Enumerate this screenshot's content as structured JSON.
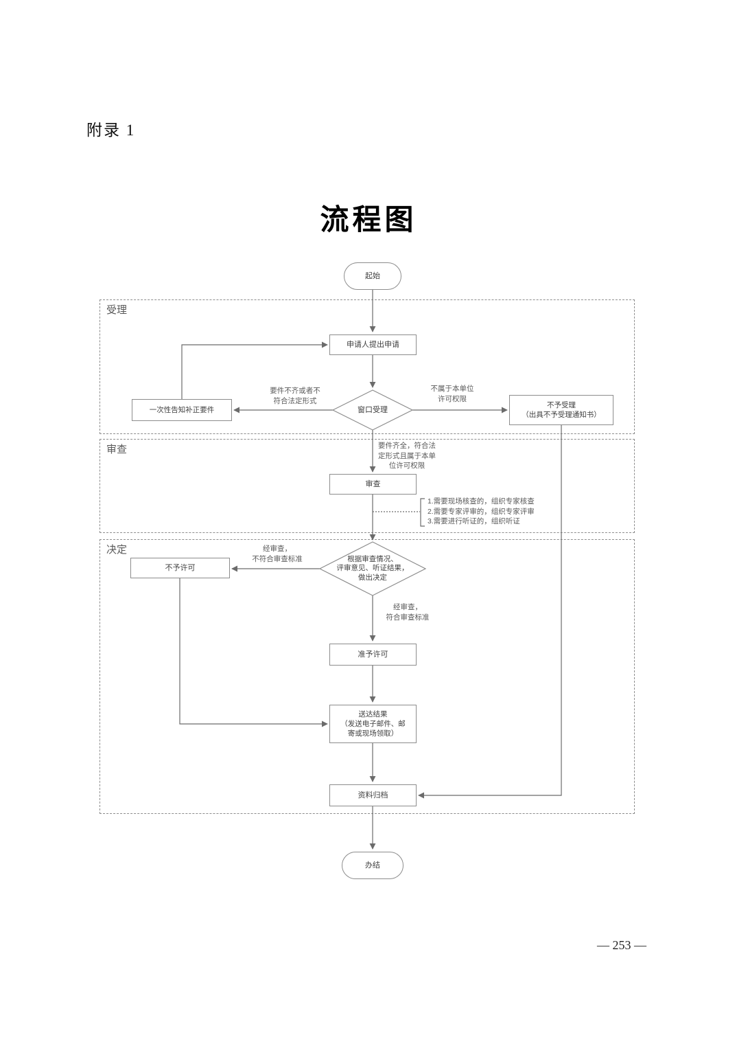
{
  "page": {
    "appendix": "附录 1",
    "title": "流程图",
    "page_number": "— 253 —"
  },
  "lanes": {
    "accept": {
      "label": "受理"
    },
    "review": {
      "label": "审查"
    },
    "decide": {
      "label": "决定"
    }
  },
  "nodes": {
    "start": {
      "label": "起始"
    },
    "apply": {
      "label": "申请人提出申请"
    },
    "window": {
      "label": "窗口受理"
    },
    "notify": {
      "label": "一次性告知补正要件"
    },
    "reject": {
      "label": "不予受理\n（出具不予受理通知书）"
    },
    "review": {
      "label": "审查"
    },
    "decision": {
      "label": "根据审查情况、\n评审意见、听证结果，\n做出决定"
    },
    "deny": {
      "label": "不予许可"
    },
    "grant": {
      "label": "准予许可"
    },
    "deliver": {
      "label": "送达结果\n（发送电子邮件、邮\n寄或现场领取）"
    },
    "archive": {
      "label": "资料归档"
    },
    "end": {
      "label": "办结"
    }
  },
  "edges": {
    "incomplete": "要件不齐或者不\n符合法定形式",
    "no_authority": "不属于本单位\n许可权限",
    "complete": "要件齐全，符合法\n定形式且属于本单\n位许可权限",
    "notes": "1.需要现场核查的，组织专家核查\n2.需要专家评审的，组织专家评审\n3.需要进行听证的，组织听证",
    "fail_review": "经审查，\n不符合审查标准",
    "pass_review": "经审查，\n符合审查标准"
  },
  "colors": {
    "line": "#6b6b6b",
    "border": "#8c8c8c",
    "text": "#404040"
  }
}
